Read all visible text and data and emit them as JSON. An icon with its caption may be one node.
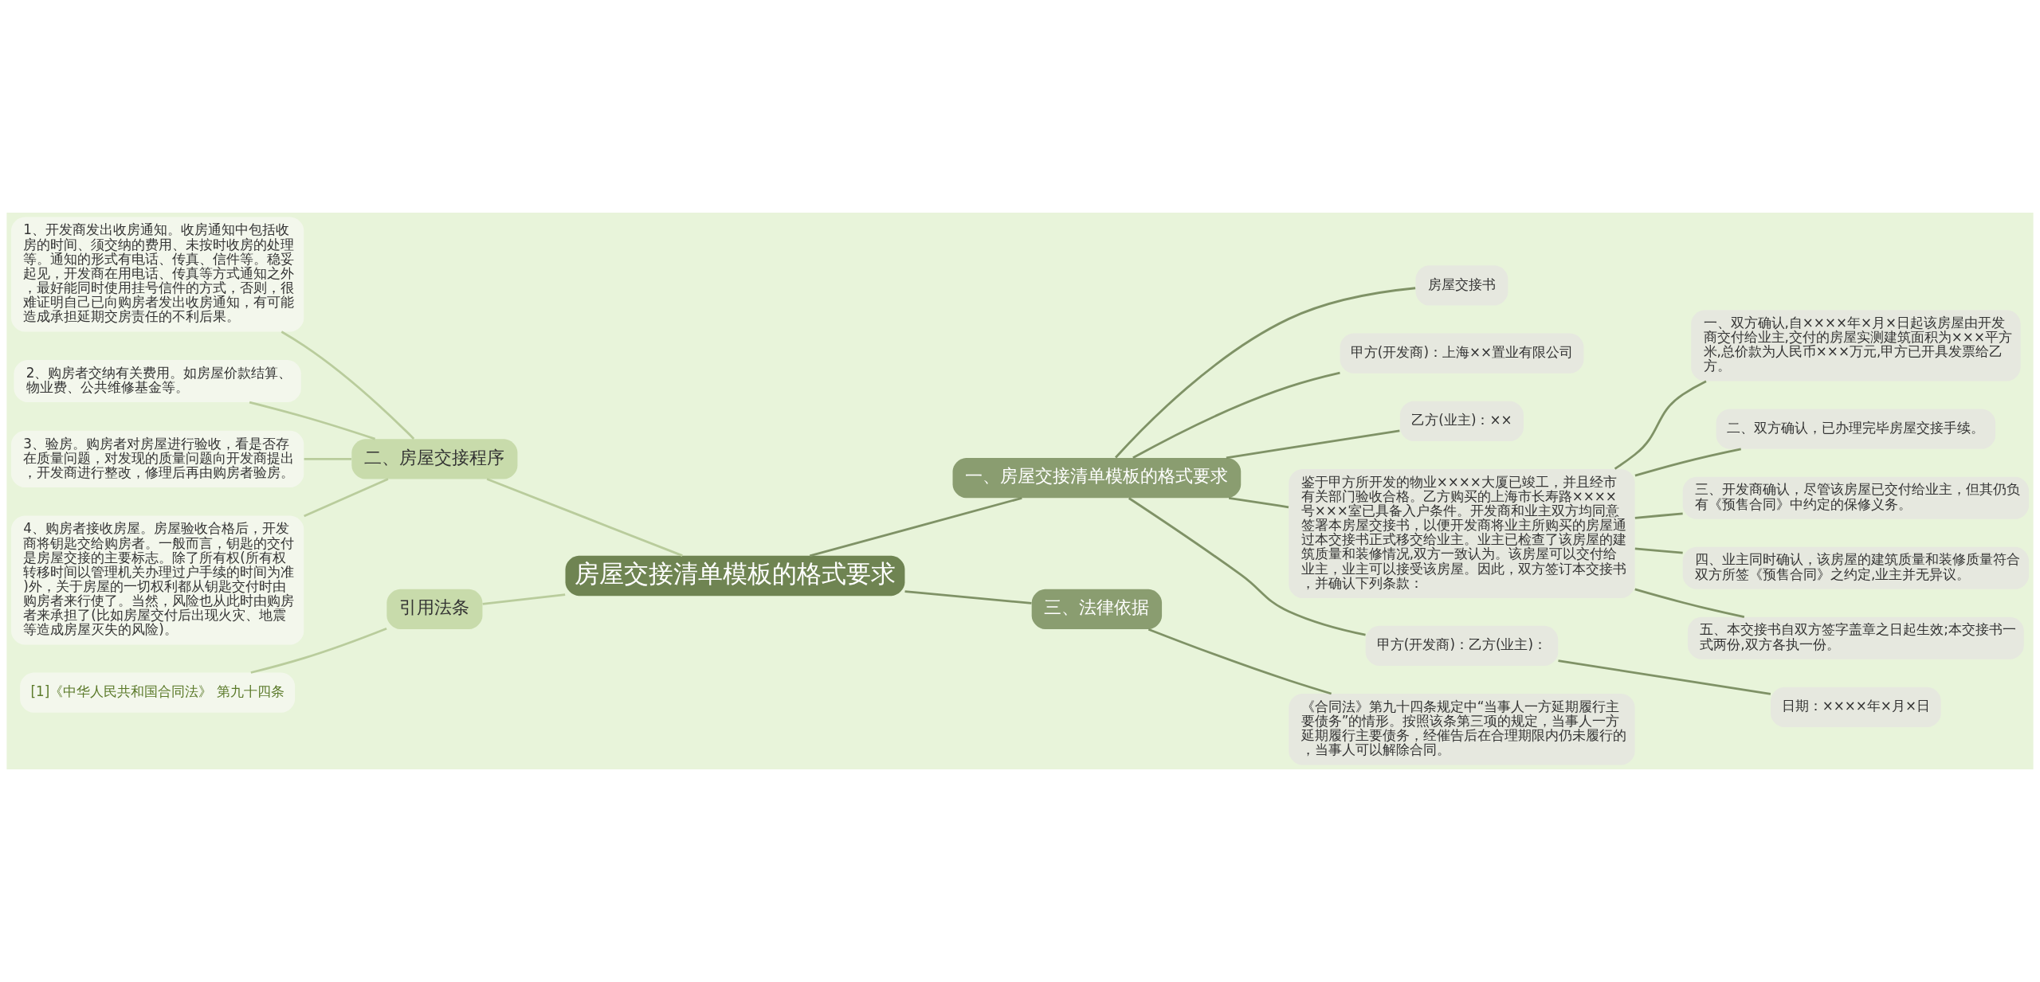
{
  "diagram": {
    "nodes": [
      {
        "text": [
          "房屋交接清单模板的格式要求"
        ]
      },
      {
        "text": [
          "二、房屋交接程序"
        ]
      },
      {
        "text": [
          "1、开发商发出收房通知。收房通知中包括收房的时间、须交纳的费用、未按时收房的处理等。通知的形式有电话、传真、信件等。稳妥起见，开发商在用电话、传真等方式通知之外，最好能同时使用挂号信件的方式，否则，很难证明自己已向购房者发出收房通知，有可能造成承担延期交房责任的不利后果。"
        ]
      },
      {
        "text": [
          "2、购房者交纳有关费用。如房屋价款结算、物业费、公共维修基金等。"
        ]
      },
      {
        "text": [
          "3、验房。购房者对房屋进行验收，看是否存在质量问题，对发现的质量问题向开发商提出，开发商进行整改，修理后再由购房者验房。"
        ]
      },
      {
        "text": [
          "4、购房者接收房屋。房屋验收合格后，开发商将钥匙交给购房者。一般而言，钥匙的交付是房屋交接的主要标志。除了所有权(所有权转移时间以管理机关办理过户手续的时间为准)外，关于房屋的一切权利都从钥匙交付时由购房者来行使了。当然，风险也从此时由购房者来承担了(比如房屋交付后出现火灾、地震等造成房屋灭失的风险)。"
        ]
      },
      {
        "text": [
          "引用法条"
        ]
      },
      {
        "text": [
          "[1]《中华人民共和国合同法》 第九十四条"
        ]
      },
      {
        "text": [
          "一、房屋交接清单模板的格式要求"
        ]
      },
      {
        "text": [
          "房屋交接书"
        ]
      },
      {
        "text": [
          "甲方(开发商)：上海××置业有限公司"
        ]
      },
      {
        "text": [
          "乙方(业主)：××"
        ]
      },
      {
        "text": [
          "鉴于甲方所开发的物业××××大厦已竣工，并且经市有关部门验收合格。乙方购买的上海市长寿路××××号×××室已具备入户条件。开发商和业主双方均同意签署本房屋交接书，以便开发商将业主所购买的房屋通过本交接书正式移交给业主。业主已检查了该房屋的建筑质量和装修情况,双方一致认为。该房屋可以交付给业主，业主可以接受该房屋。因此，双方签订本交接书，并确认下列条款："
        ]
      },
      {
        "text": [
          "一、双方确认,自××××年×月×日起该房屋由开发商交付给业主,交付的房屋实测建筑面积为×××平方米,总价款为人民币×××万元,甲方已开具发票给乙方。"
        ]
      },
      {
        "text": [
          "二、双方确认，已办理完毕房屋交接手续。"
        ]
      },
      {
        "text": [
          "三、开发商确认，尽管该房屋已交付给业主，但其仍负有《预售合同》中约定的保修义务。"
        ]
      },
      {
        "text": [
          "四、业主同时确认，该房屋的建筑质量和装修质量符合双方所签《预售合同》之约定,业主并无异议。"
        ]
      },
      {
        "text": [
          "五、本交接书自双方签字盖章之日起生效;本交接书一式两份,双方各执一份。"
        ]
      },
      {
        "text": [
          "甲方(开发商)：乙方(业主)："
        ]
      },
      {
        "text": [
          "日期：××××年×月×日"
        ]
      },
      {
        "text": [
          "三、法律依据"
        ]
      },
      {
        "text": [
          "《合同法》第九十四条规定中“当事人一方延期履行主要债务”的情形。按照该条第三项的规定，当事人一方延期履行主要债务，经催告后在合理期限内仍未履行的，当事人可以解除合同。"
        ]
      }
    ],
    "edges": [
      {
        "from": 1,
        "to": 0,
        "arrow": "none",
        "color": "#b9cc9c"
      },
      {
        "from": 2,
        "to": 1,
        "arrow": "none",
        "color": "#b9cc9c"
      },
      {
        "from": 3,
        "to": 1,
        "arrow": "none",
        "color": "#b9cc9c"
      },
      {
        "from": 4,
        "to": 1,
        "arrow": "none",
        "color": "#b9cc9c"
      },
      {
        "from": 5,
        "to": 1,
        "arrow": "none",
        "color": "#b9cc9c"
      },
      {
        "from": 6,
        "to": 0,
        "arrow": "none",
        "color": "#b9cc9c"
      },
      {
        "from": 7,
        "to": 6,
        "arrow": "none",
        "color": "#b9cc9c"
      },
      {
        "from": 0,
        "to": 8,
        "arrow": "none"
      },
      {
        "from": 8,
        "to": 9,
        "arrow": "none"
      },
      {
        "from": 8,
        "to": 10,
        "arrow": "none"
      },
      {
        "from": 8,
        "to": 11,
        "arrow": "none"
      },
      {
        "from": 8,
        "to": 12,
        "arrow": "none"
      },
      {
        "from": 12,
        "to": 13,
        "arrow": "none"
      },
      {
        "from": 12,
        "to": 14,
        "arrow": "none"
      },
      {
        "from": 12,
        "to": 15,
        "arrow": "none"
      },
      {
        "from": 12,
        "to": 16,
        "arrow": "none"
      },
      {
        "from": 12,
        "to": 17,
        "arrow": "none"
      },
      {
        "from": 8,
        "to": 18,
        "arrow": "none"
      },
      {
        "from": 18,
        "to": 19,
        "arrow": "none"
      },
      {
        "from": 0,
        "to": 20,
        "arrow": "none"
      },
      {
        "from": 20,
        "to": 21,
        "arrow": "none"
      }
    ]
  }
}
